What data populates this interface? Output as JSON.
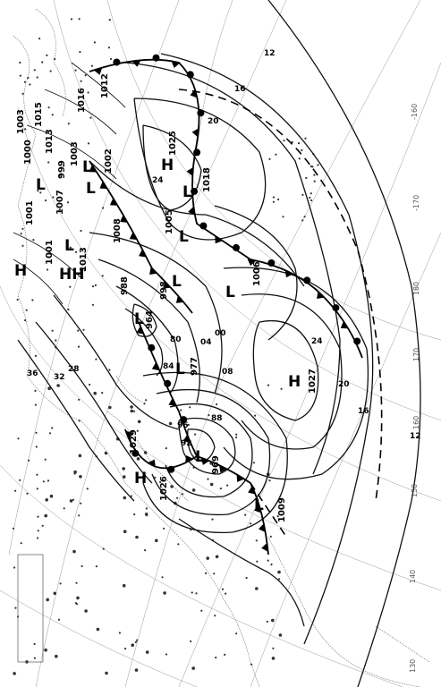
{
  "map": {
    "pressure_centers": [
      {
        "type": "H",
        "value": "1025"
      },
      {
        "type": "H",
        "value": "1027"
      },
      {
        "type": "H",
        "value": "1029"
      },
      {
        "type": "H",
        "value": "1026"
      },
      {
        "type": "L",
        "value": "969"
      },
      {
        "type": "L",
        "value": "964"
      },
      {
        "type": "L",
        "value": "977"
      },
      {
        "type": "L",
        "value": "1006"
      },
      {
        "type": "L",
        "value": "1005"
      },
      {
        "type": "L",
        "value": "998"
      },
      {
        "type": "L",
        "value": "988"
      },
      {
        "type": "L",
        "value": "1002"
      },
      {
        "type": "L",
        "value": "1008"
      },
      {
        "type": "L",
        "value": "1009"
      },
      {
        "type": "L",
        "value": "1018"
      },
      {
        "type": "L",
        "value": "1013"
      },
      {
        "type": "L",
        "value": "1007"
      }
    ],
    "isobar_labels": [
      "12",
      "16",
      "20",
      "24",
      "12",
      "16",
      "20",
      "24",
      "08",
      "04",
      "00",
      "96",
      "92",
      "88",
      "84",
      "80",
      "36",
      "32",
      "28"
    ],
    "longitude_labels": [
      "-160",
      "-170",
      "180",
      "170",
      "160",
      "150",
      "140",
      "130"
    ],
    "left_cluster_labels": [
      "1015",
      "1013",
      "1000",
      "1003",
      "999",
      "1001",
      "1001",
      "1016",
      "1012",
      "1003"
    ]
  }
}
